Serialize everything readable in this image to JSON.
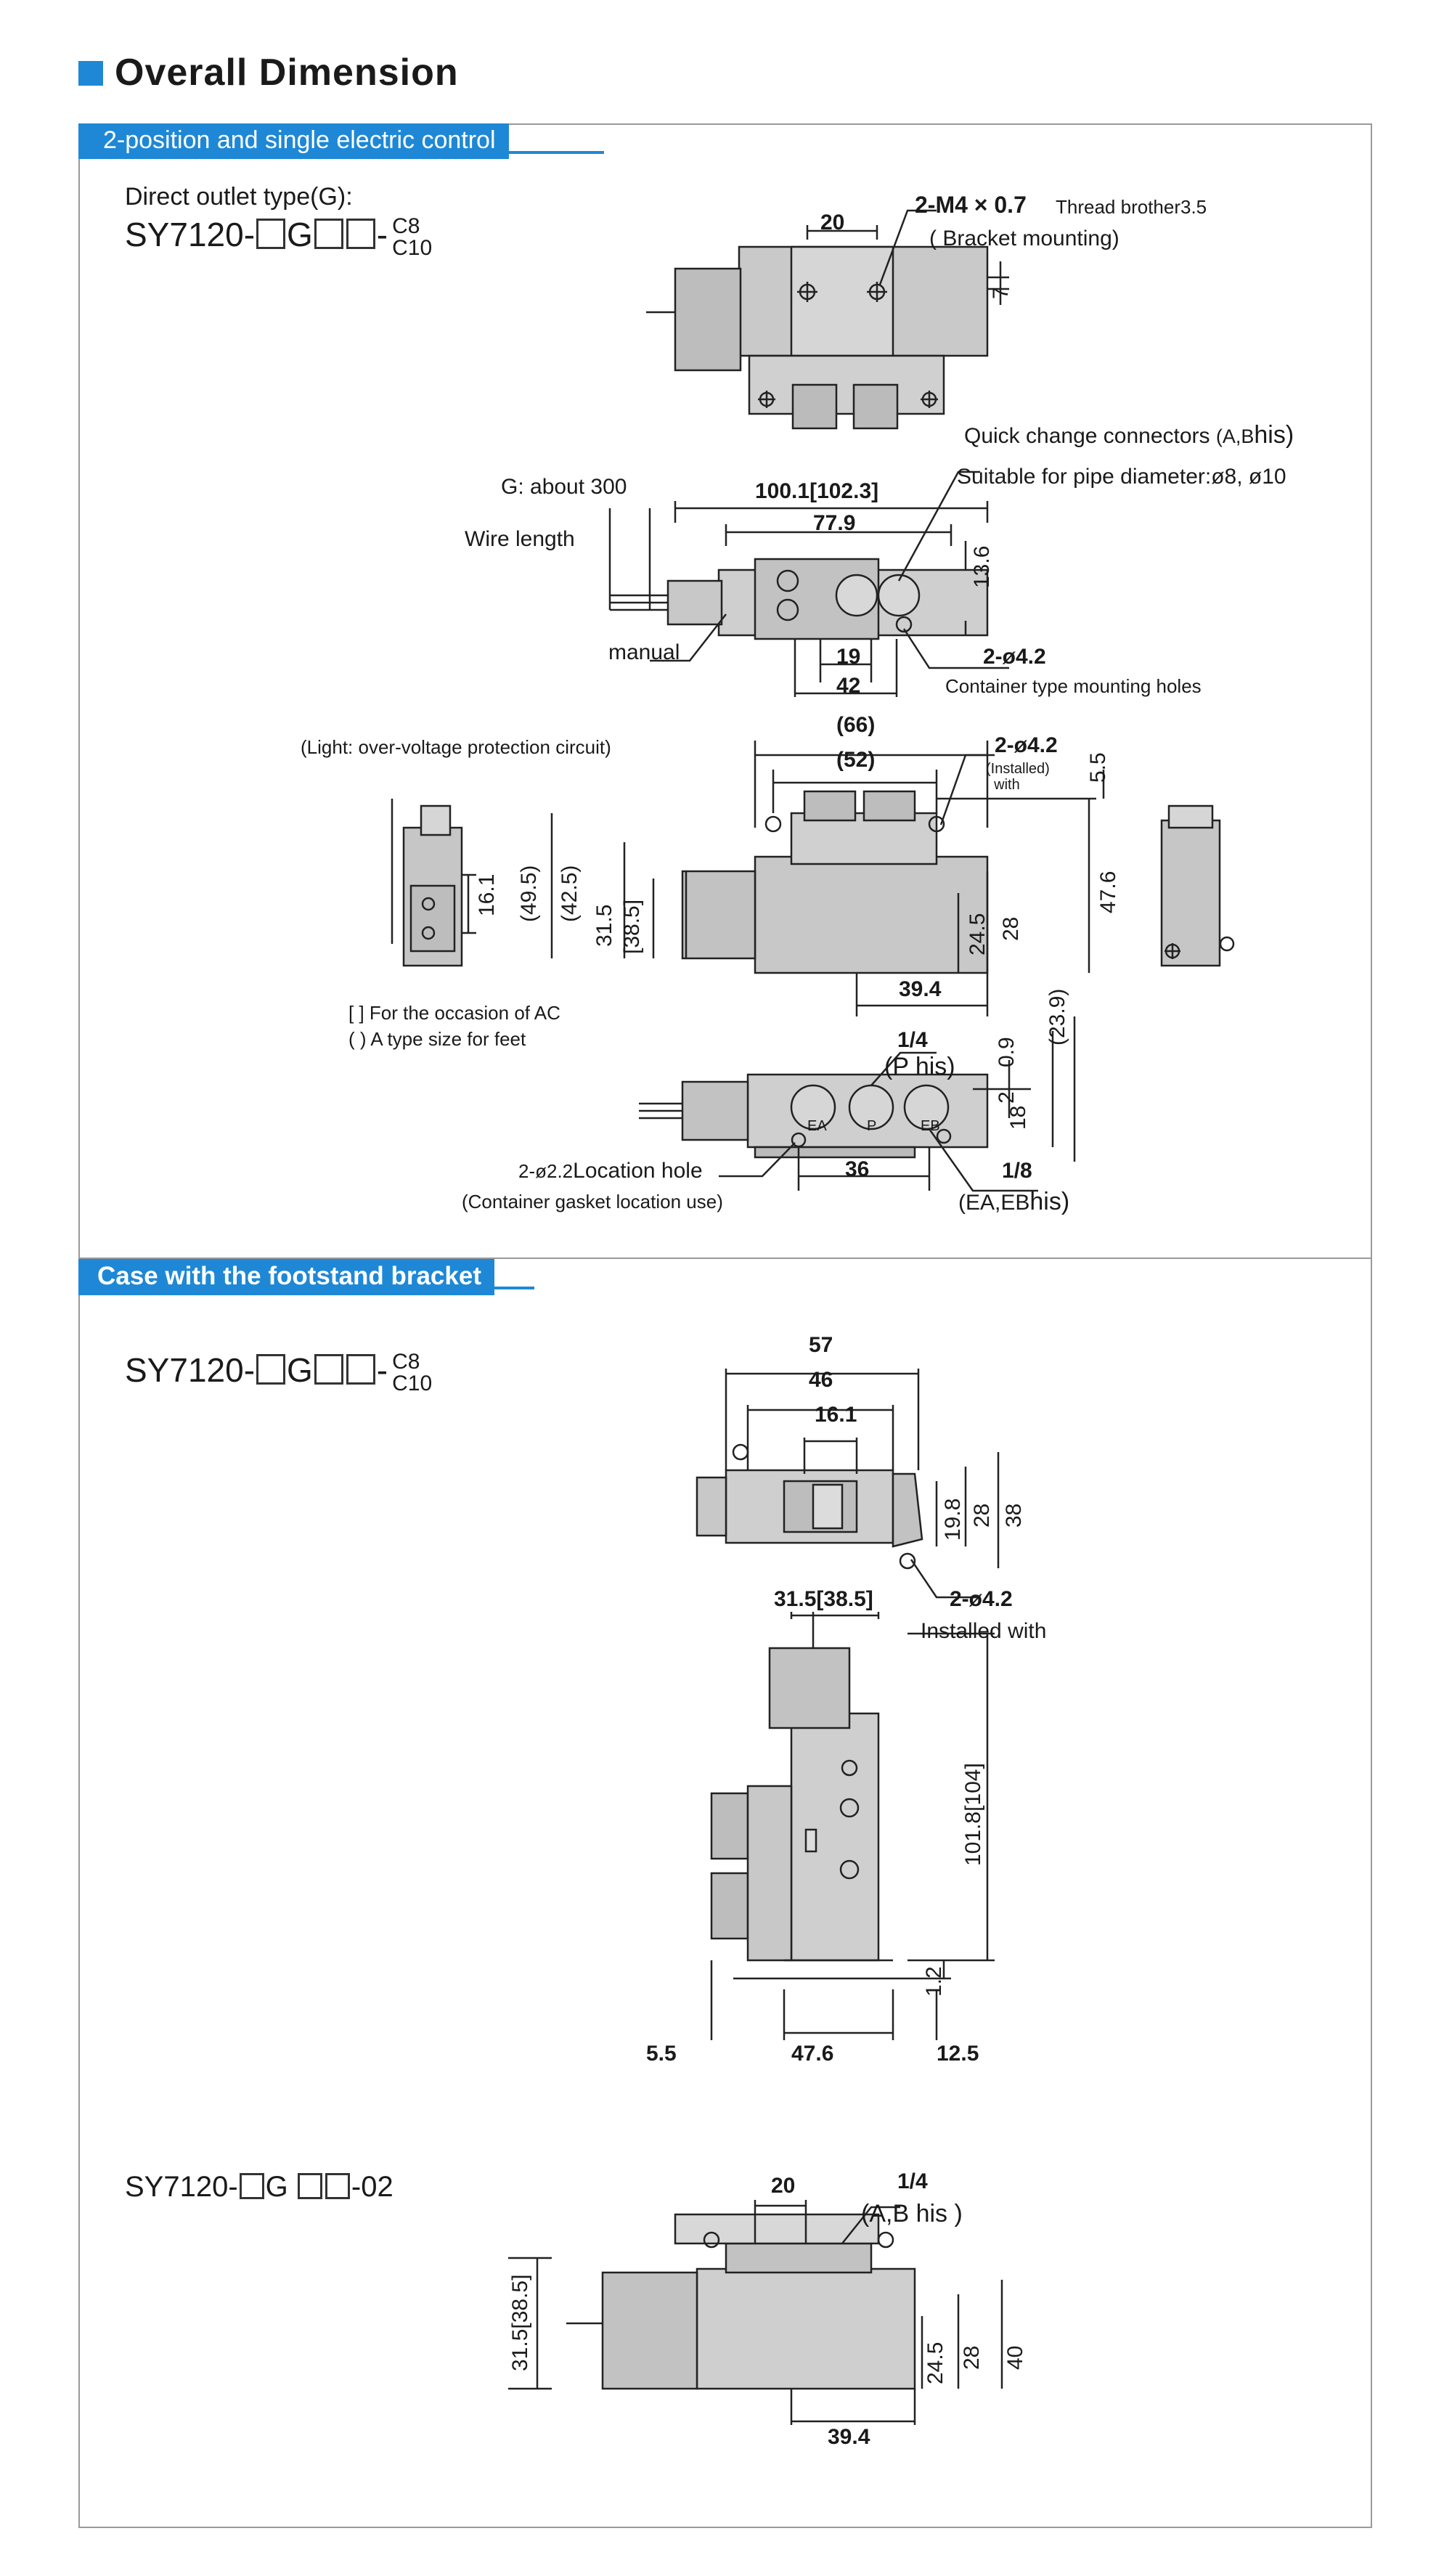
{
  "page": {
    "title": "Overall Dimension"
  },
  "section1": {
    "tab": "2-position and single electric control",
    "subtitle": "Direct outlet type(G):",
    "model": {
      "prefix": "SY7120-",
      "g": "G",
      "dash": "-",
      "c8": "C8",
      "c10": "C10"
    },
    "top_view": {
      "dim_20": "20",
      "thread": "2-M4 × 0.7",
      "thread_note": "Thread brother3.5",
      "bracket": "( Bracket mounting)",
      "dim_7": "7"
    },
    "side_view": {
      "quick": "Quick change connectors",
      "quick_ab": "(A,B",
      "quick_his": "his)",
      "suitable": "Suitable for pipe diameter:",
      "pipe_dia": "ø8, ø10",
      "g_about": "G: about",
      "g_300": "300",
      "wire_length": "Wire length",
      "dim_total": "100.1[102.3]",
      "dim_779": "77.9",
      "dim_136": "13.6",
      "manual": "manual",
      "dim_19": "19",
      "dim_42": "42",
      "holes": "2-ø4.2",
      "holes_note": "Container type mounting holes"
    },
    "front_view": {
      "dim_66": "(66)",
      "light_note": "(Light: over-voltage protection circuit)",
      "dim_52": "(52)",
      "holes": "2-ø4.2",
      "installed": "(Installed)",
      "with": "with",
      "dim_55": "5.5",
      "dim_161": "16.1",
      "dim_495": "(49.5)",
      "dim_425": "(42.5)",
      "dim_315": "31.5",
      "dim_385": "[38.5]",
      "dim_245": "24.5",
      "dim_28": "28",
      "dim_476": "47.6",
      "dim_394": "39.4"
    },
    "notes": {
      "ac": "[   ]  For the occasion of AC",
      "feet": "(   )  A type size for feet"
    },
    "bottom_view": {
      "port_quarter": "1/4",
      "p_his": "(P his)",
      "dim_09": "0.9",
      "dim_239": "(23.9)",
      "dim_2": "2",
      "dim_18": "18",
      "ea": "EA",
      "p": "P",
      "eb": "EB",
      "loc_hole": "2-ø2.2",
      "loc_label": "Location hole",
      "gasket": "(Container gasket location use)",
      "dim_36": "36",
      "port_eighth": "1/8",
      "eaeb": "(EA,EB",
      "eaeb_his": "his)"
    }
  },
  "section2": {
    "tab": "Case with the footstand bracket",
    "model": {
      "prefix": "SY7120-",
      "g": "G",
      "dash": "-",
      "c8": "C8",
      "c10": "C10"
    },
    "top_view": {
      "dim_57": "57",
      "dim_46": "46",
      "dim_161": "16.1",
      "dim_198": "19.8",
      "dim_28": "28",
      "dim_38": "38"
    },
    "mount": {
      "dim_315": "31.5[38.5]",
      "holes": "2-ø4.2",
      "installed": "Installed with"
    },
    "side_view": {
      "dim_1018": "101.8[104]",
      "dim_12": "1.2",
      "dim_55": "5.5",
      "dim_476": "47.6",
      "dim_125": "12.5"
    },
    "model2": {
      "prefix": "SY7120-",
      "g": "G",
      "suffix": "-02"
    },
    "view2": {
      "quarter": "1/4",
      "ab_his": "(A,B  his )",
      "dim_20": "20",
      "dim_315": "31.5[38.5]",
      "dim_245": "24.5",
      "dim_28": "28",
      "dim_40": "40",
      "dim_394": "39.4"
    }
  }
}
